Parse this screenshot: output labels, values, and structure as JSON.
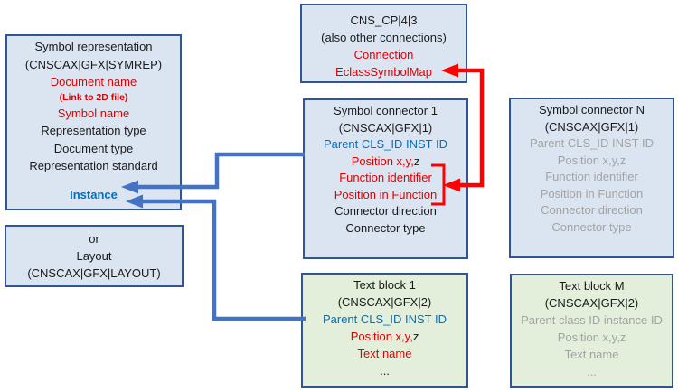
{
  "colors": {
    "box_blue_fill": "#dbe5f2",
    "box_green_fill": "#e3efda",
    "border_blue": "#2f5597",
    "arrow_blue": "#4472c4",
    "arrow_red": "#ff0000",
    "text_red": "#e10000",
    "text_blue": "#0070c0",
    "text_gray": "#a3a3a3",
    "text_black": "#1a1a1a"
  },
  "boxes": {
    "symbol_representation": {
      "line1": "Symbol representation",
      "line2": "(CNSCAX|GFX|SYMREP)",
      "line3": "Document name",
      "line4": "(Link to 2D file)",
      "line5": "Symbol name",
      "line6": "Representation type",
      "line7": "Document type",
      "line8": "Representation standard",
      "line9": "Instance"
    },
    "or_layout": {
      "line1": "or",
      "line2": "Layout",
      "line3": "(CNSCAX|GFX|LAYOUT)"
    },
    "cns_cp": {
      "line1": "CNS_CP|4|3",
      "line2": "(also other connections)",
      "line3": "Connection",
      "line4": "EclassSymbolMap"
    },
    "symbol_connector_1": {
      "line1": "Symbol connector 1",
      "line2": "(CNSCAX|GFX|1)",
      "line3": "Parent CLS_ID INST ID",
      "line4_red": "Position x,y,",
      "line4_black": "z",
      "line5": "Function identifier",
      "line6": "Position in Function",
      "line7": "Connector direction",
      "line8": "Connector type"
    },
    "symbol_connector_n": {
      "line1": "Symbol connector N",
      "line2": "(CNSCAX|GFX|1)",
      "line3": "Parent CLS_ID INST ID",
      "line4": "Position x,y,z",
      "line5": "Function identifier",
      "line6": "Position in Function",
      "line7": "Connector direction",
      "line8": "Connector type"
    },
    "text_block_1": {
      "line1": "Text block 1",
      "line2": "(CNSCAX|GFX|2)",
      "line3": "Parent CLS_ID INST ID",
      "line4_red": "Position x,y,",
      "line4_black": "z",
      "line5": "Text name",
      "line6": "..."
    },
    "text_block_m": {
      "line1": "Text block M",
      "line2": "(CNSCAX|GFX|2)",
      "line3": "Parent class ID instance ID",
      "line4": "Position x,y,z",
      "line5": "Text name",
      "line6": "..."
    }
  }
}
